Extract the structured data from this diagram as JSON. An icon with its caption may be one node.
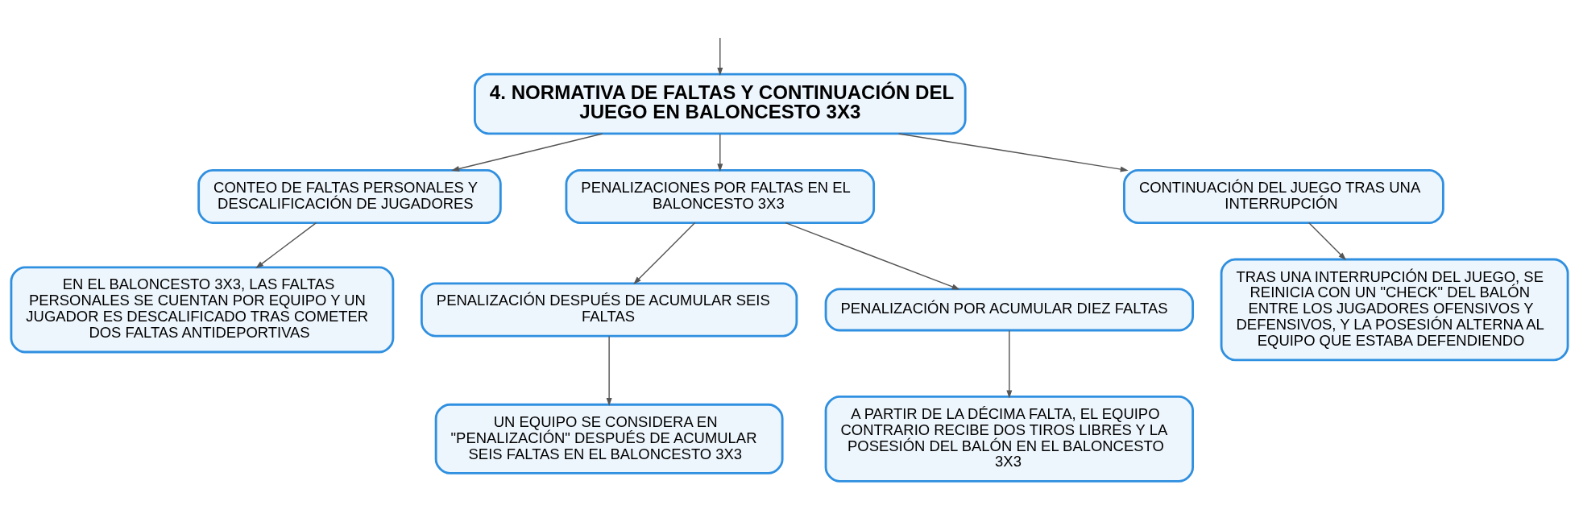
{
  "diagram": {
    "nodes": [
      {
        "text": [
          "4. NORMATIVA DE FALTAS Y CONTINUACIÓN DEL JUEGO EN BALONCESTO 3X3"
        ]
      },
      {
        "text": [
          "CONTEO DE FALTAS PERSONALES Y DESCALIFICACIÓN DE JUGADORES"
        ]
      },
      {
        "text": [
          "PENALIZACIONES POR FALTAS EN EL BALONCESTO 3X3"
        ]
      },
      {
        "text": [
          "CONTINUACIÓN DEL JUEGO TRAS UNA INTERRUPCIÓN"
        ]
      },
      {
        "text": [
          "EN EL BALONCESTO 3X3, LAS FALTAS PERSONALES SE CUENTAN POR EQUIPO Y UN JUGADOR ES DESCALIFICADO TRAS COMETER DOS FALTAS ANTIDEPORTIVAS"
        ]
      },
      {
        "text": [
          "PENALIZACIÓN DESPUÉS DE ACUMULAR SEIS FALTAS"
        ]
      },
      {
        "text": [
          "PENALIZACIÓN POR ACUMULAR DIEZ FALTAS"
        ]
      },
      {
        "text": [
          "TRAS UNA INTERRUPCIÓN DEL JUEGO, SE REINICIA CON UN \"CHECK\" DEL BALÓN ENTRE LOS JUGADORES OFENSIVOS Y DEFENSIVOS, Y LA POSESIÓN ALTERNA AL EQUIPO QUE ESTABA DEFENDIENDO"
        ]
      },
      {
        "text": [
          "UN EQUIPO SE CONSIDERA EN \"PENALIZACIÓN\" DESPUÉS DE ACUMULAR SEIS FALTAS EN EL BALONCESTO 3X3"
        ]
      },
      {
        "text": [
          "A PARTIR DE LA DÉCIMA FALTA, EL EQUIPO CONTRARIO RECIBE DOS TIROS LIBRES Y LA POSESIÓN DEL BALÓN EN EL BALONCESTO 3X3"
        ]
      }
    ],
    "edges": [
      {
        "from": null,
        "to": 0,
        "arrow": "to"
      },
      {
        "from": 0,
        "to": 1,
        "arrow": "to"
      },
      {
        "from": 0,
        "to": 2,
        "arrow": "to"
      },
      {
        "from": 0,
        "to": 3,
        "arrow": "to"
      },
      {
        "from": 1,
        "to": 4,
        "arrow": "to"
      },
      {
        "from": 2,
        "to": 5,
        "arrow": "to"
      },
      {
        "from": 2,
        "to": 6,
        "arrow": "to"
      },
      {
        "from": 3,
        "to": 7,
        "arrow": "to"
      },
      {
        "from": 5,
        "to": 8,
        "arrow": "to"
      },
      {
        "from": 6,
        "to": 9,
        "arrow": "to"
      }
    ]
  }
}
